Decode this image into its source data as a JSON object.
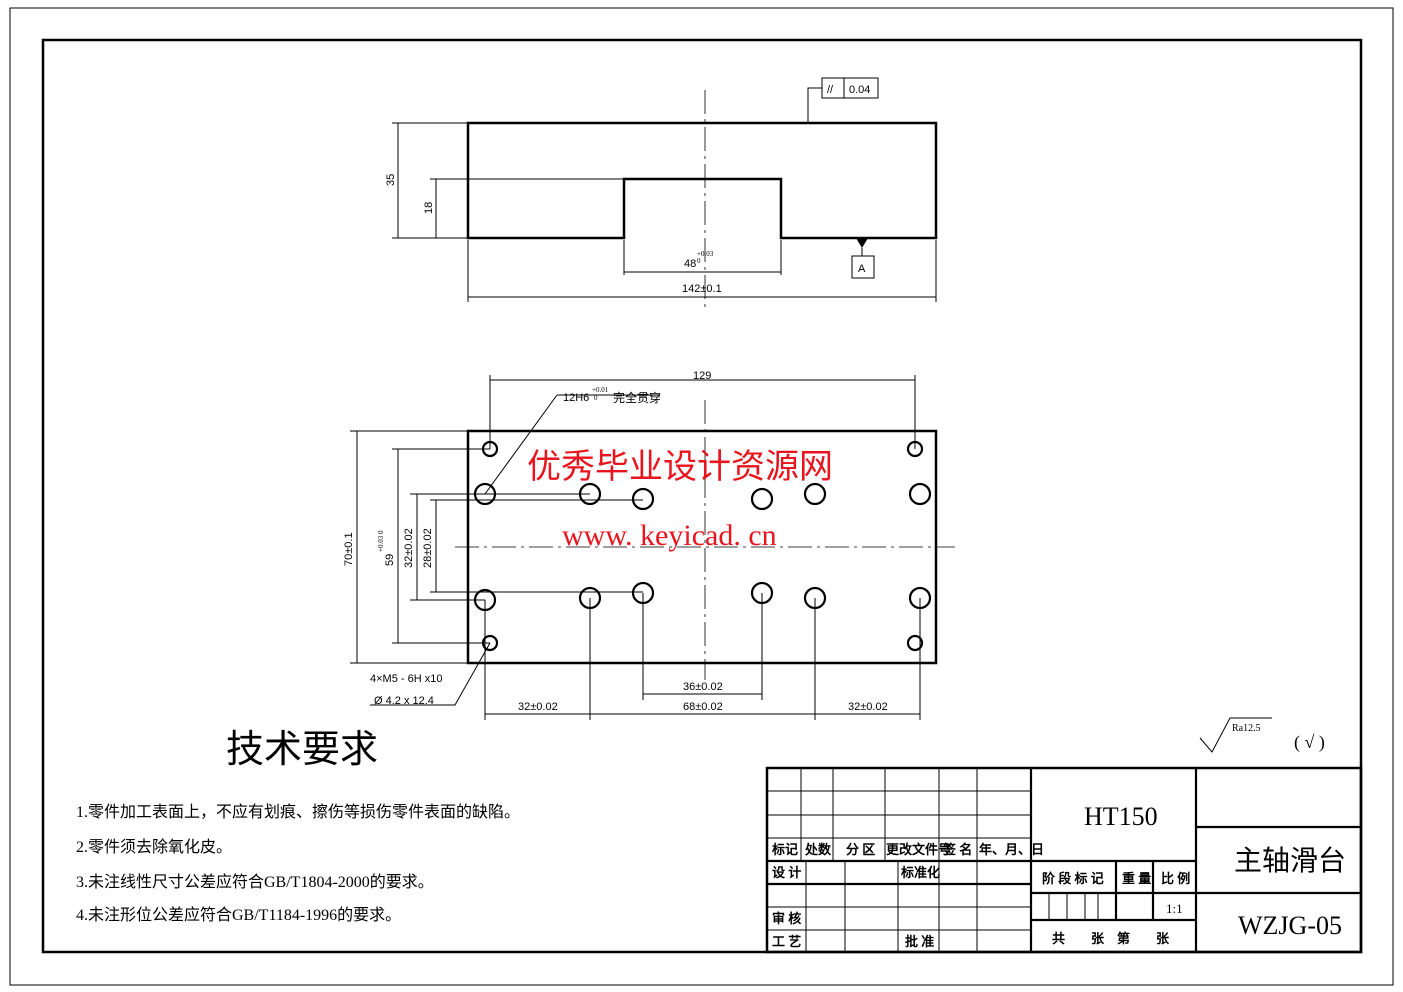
{
  "front_view": {
    "dim_height": "35",
    "dim_slot_depth": "18",
    "dim_slot_width": "48",
    "slot_tol_upper": "+0.03",
    "slot_tol_lower": "0",
    "dim_length": "142±0.1",
    "flatness_symbol": "//",
    "flatness_value": "0.04",
    "datum": "A"
  },
  "top_view": {
    "dim_hole_span": "129",
    "hole_note": "12H6",
    "hole_tol_upper": "+0.01",
    "hole_tol_lower": "0",
    "hole_note_suffix": "完全贯穿",
    "dim_width": "70±0.1",
    "dim_59": "59",
    "dim_59_tol": "+0.03 0",
    "dim_32v": "32±0.02",
    "dim_28": "28±0.02",
    "thread_note": "4×M5 - 6H x10",
    "drill_note": "Ø 4.2 x 12.4",
    "dim_32_left": "32±0.02",
    "dim_68": "68±0.02",
    "dim_36": "36±0.02",
    "dim_32_right": "32±0.02"
  },
  "watermark": {
    "line1": "优秀毕业设计资源网",
    "line2": "www. keyicad. cn"
  },
  "roughness": {
    "value": "Ra12.5",
    "rest": "( √ )"
  },
  "requirements": {
    "title": "技术要求",
    "items": [
      "1.零件加工表面上，不应有划痕、擦伤等损伤零件表面的缺陷。",
      "2.零件须去除氧化皮。",
      "3.未注线性尺寸公差应符合GB/T1804-2000的要求。",
      "4.未注形位公差应符合GB/T1184-1996的要求。"
    ]
  },
  "title_block": {
    "headers": [
      "标记",
      "处数",
      "分 区",
      "更改文件号",
      "签 名",
      "年、月、日"
    ],
    "design": "设 计",
    "standard": "标准化",
    "review": "审 核",
    "process": "工 艺",
    "approve": "批 准",
    "material": "HT150",
    "stage": "阶 段 标 记",
    "weight": "重 量",
    "scale_label": "比 例",
    "scale": "1:1",
    "sheets": "共　　张　第　　张",
    "part_name": "主轴滑台",
    "drawing_no": "WZJG-05"
  }
}
